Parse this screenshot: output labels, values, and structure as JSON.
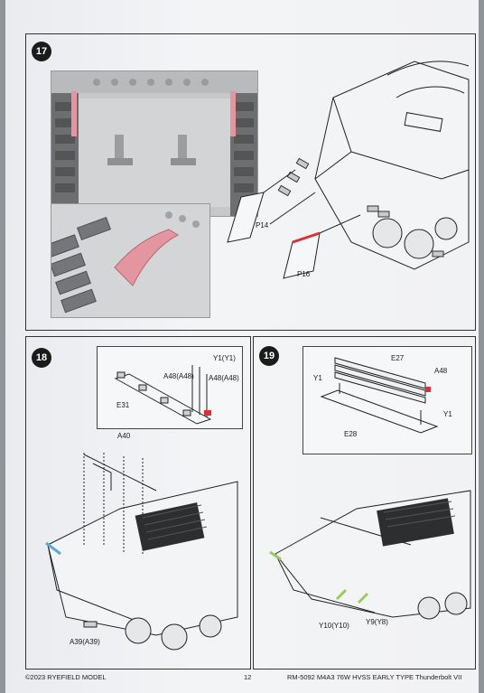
{
  "steps": [
    {
      "number": "17",
      "parts": [
        "P14",
        "P16"
      ]
    },
    {
      "number": "18",
      "parts": [
        "Y1(Y1)",
        "A48(A48)",
        "A48(A48)",
        "E31",
        "A40",
        "A39(A39)"
      ]
    },
    {
      "number": "19",
      "parts": [
        "E27",
        "Y1",
        "A48",
        "Y1",
        "E28",
        "Y10(Y10)",
        "Y9(Y8)"
      ]
    }
  ],
  "footer": {
    "copyright": "©2023 RYEFIELD MODEL",
    "page": "12",
    "product": "RM-5092 M4A3 76W HVSS EARLY TYPE Thunderbolt VII"
  },
  "colors": {
    "highlight": "#d9303a",
    "photo_part": "#e3969f",
    "aux_green": "#9acb5e"
  }
}
